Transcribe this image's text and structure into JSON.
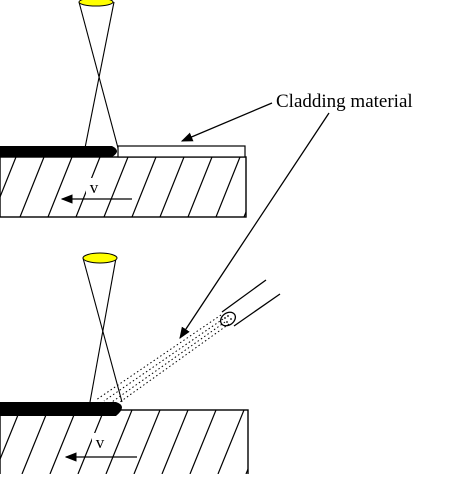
{
  "callout": {
    "label": "Cladding material"
  },
  "top_panel": {
    "velocity_label": "v"
  },
  "bottom_panel": {
    "velocity_label": "v"
  },
  "colors": {
    "stroke": "#000000",
    "laser_lens": "#ffff00",
    "background": "#ffffff"
  }
}
